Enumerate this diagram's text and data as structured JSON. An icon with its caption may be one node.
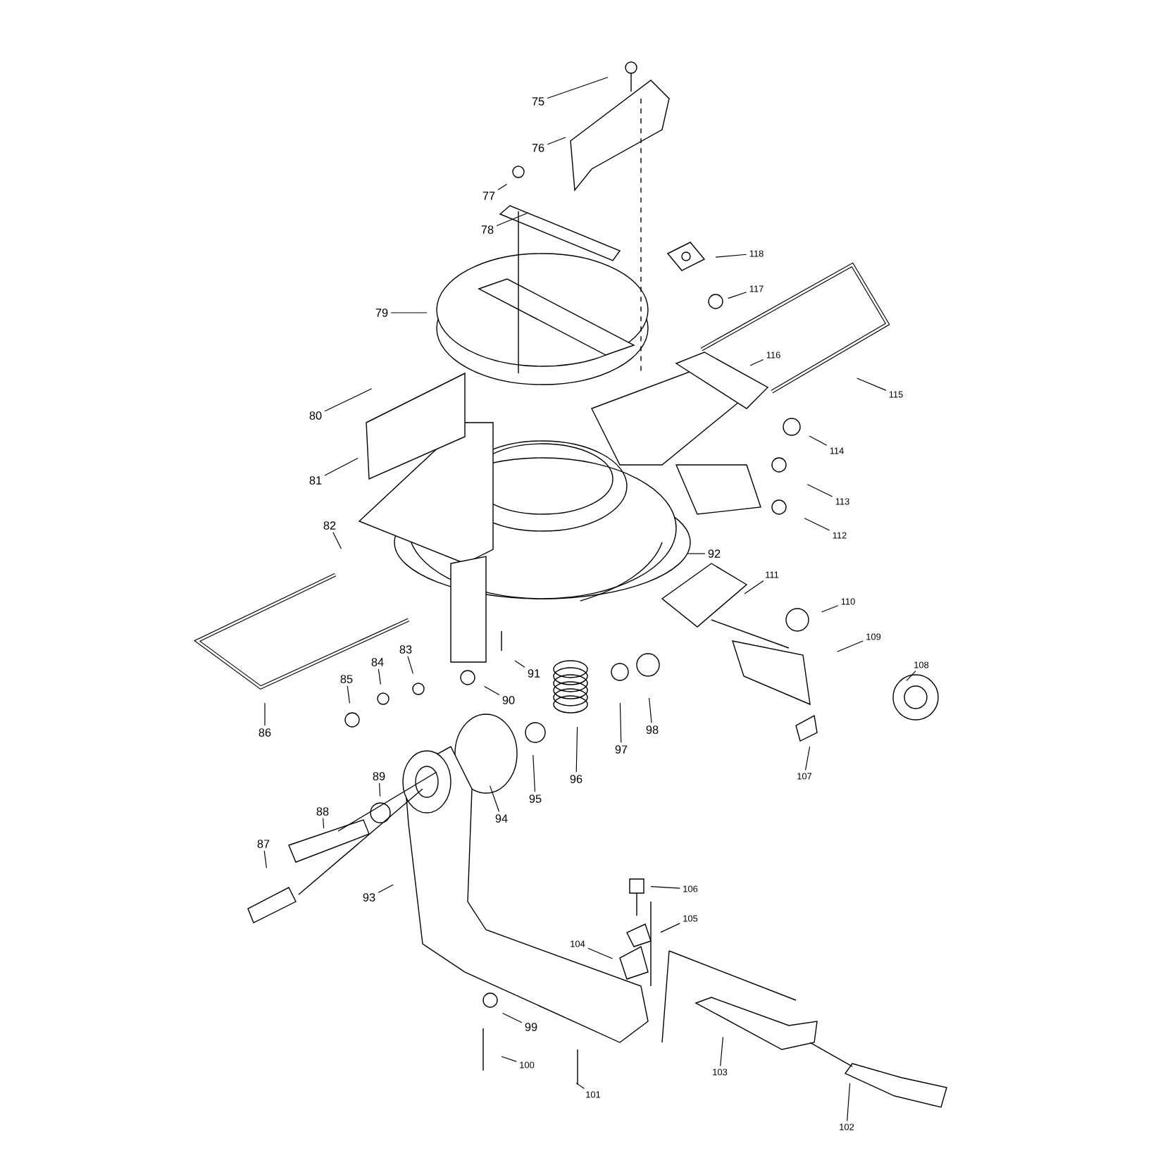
{
  "diagram": {
    "nodes": [
      {
        "text": [
          "75"
        ]
      },
      {
        "text": [
          "76"
        ]
      },
      {
        "text": [
          "77"
        ]
      },
      {
        "text": [
          "78"
        ]
      },
      {
        "text": [
          "79"
        ]
      },
      {
        "text": [
          "80"
        ]
      },
      {
        "text": [
          "81"
        ]
      },
      {
        "text": [
          "82"
        ]
      },
      {
        "text": [
          "83"
        ]
      },
      {
        "text": [
          "84"
        ]
      },
      {
        "text": [
          "85"
        ]
      },
      {
        "text": [
          "86"
        ]
      },
      {
        "text": [
          "87"
        ]
      },
      {
        "text": [
          "88"
        ]
      },
      {
        "text": [
          "89"
        ]
      },
      {
        "text": [
          "90"
        ]
      },
      {
        "text": [
          "91"
        ]
      },
      {
        "text": [
          "92"
        ]
      },
      {
        "text": [
          "93"
        ]
      },
      {
        "text": [
          "94"
        ]
      },
      {
        "text": [
          "95"
        ]
      },
      {
        "text": [
          "96"
        ]
      },
      {
        "text": [
          "97"
        ]
      },
      {
        "text": [
          "98"
        ]
      },
      {
        "text": [
          "99"
        ]
      },
      {
        "text": [
          "100"
        ]
      },
      {
        "text": [
          "101"
        ]
      },
      {
        "text": [
          "102"
        ]
      },
      {
        "text": [
          "103"
        ]
      },
      {
        "text": [
          "104"
        ]
      },
      {
        "text": [
          "105"
        ]
      },
      {
        "text": [
          "106"
        ]
      },
      {
        "text": [
          "107"
        ]
      },
      {
        "text": [
          "108"
        ]
      },
      {
        "text": [
          "109"
        ]
      },
      {
        "text": [
          "110"
        ]
      },
      {
        "text": [
          "111"
        ]
      },
      {
        "text": [
          "112"
        ]
      },
      {
        "text": [
          "113"
        ]
      },
      {
        "text": [
          "114"
        ]
      },
      {
        "text": [
          "115"
        ]
      },
      {
        "text": [
          "116"
        ]
      },
      {
        "text": [
          "117"
        ]
      },
      {
        "text": [
          "118"
        ]
      }
    ],
    "edges": [
      {
        "from": 0,
        "to": null,
        "arrow": "none"
      },
      {
        "from": 1,
        "to": null,
        "arrow": "none"
      },
      {
        "from": 2,
        "to": null,
        "arrow": "none"
      },
      {
        "from": 3,
        "to": null,
        "arrow": "none"
      },
      {
        "from": 4,
        "to": null,
        "arrow": "none"
      },
      {
        "from": 5,
        "to": null,
        "arrow": "none"
      },
      {
        "from": 6,
        "to": null,
        "arrow": "none"
      },
      {
        "from": 7,
        "to": null,
        "arrow": "none"
      },
      {
        "from": 8,
        "to": null,
        "arrow": "none"
      },
      {
        "from": 9,
        "to": null,
        "arrow": "none"
      },
      {
        "from": 10,
        "to": null,
        "arrow": "none"
      },
      {
        "from": 11,
        "to": null,
        "arrow": "none"
      },
      {
        "from": 12,
        "to": null,
        "arrow": "none"
      },
      {
        "from": 13,
        "to": null,
        "arrow": "none"
      },
      {
        "from": 14,
        "to": null,
        "arrow": "none"
      },
      {
        "from": 15,
        "to": null,
        "arrow": "none"
      },
      {
        "from": 16,
        "to": null,
        "arrow": "none"
      },
      {
        "from": 17,
        "to": null,
        "arrow": "none"
      },
      {
        "from": 18,
        "to": null,
        "arrow": "none"
      },
      {
        "from": 19,
        "to": null,
        "arrow": "none"
      },
      {
        "from": 20,
        "to": null,
        "arrow": "none"
      },
      {
        "from": 21,
        "to": null,
        "arrow": "none"
      },
      {
        "from": 22,
        "to": null,
        "arrow": "none"
      },
      {
        "from": 23,
        "to": null,
        "arrow": "none"
      },
      {
        "from": 24,
        "to": null,
        "arrow": "none"
      },
      {
        "from": 25,
        "to": null,
        "arrow": "none"
      },
      {
        "from": 26,
        "to": null,
        "arrow": "none"
      },
      {
        "from": 27,
        "to": null,
        "arrow": "none"
      },
      {
        "from": 28,
        "to": null,
        "arrow": "none"
      },
      {
        "from": 29,
        "to": null,
        "arrow": "none"
      },
      {
        "from": 30,
        "to": null,
        "arrow": "none"
      },
      {
        "from": 31,
        "to": null,
        "arrow": "none"
      },
      {
        "from": 32,
        "to": null,
        "arrow": "none"
      },
      {
        "from": 33,
        "to": null,
        "arrow": "none"
      },
      {
        "from": 34,
        "to": null,
        "arrow": "none"
      },
      {
        "from": 35,
        "to": null,
        "arrow": "none"
      },
      {
        "from": 36,
        "to": null,
        "arrow": "none"
      },
      {
        "from": 37,
        "to": null,
        "arrow": "none"
      },
      {
        "from": 38,
        "to": null,
        "arrow": "none"
      },
      {
        "from": 39,
        "to": null,
        "arrow": "none"
      },
      {
        "from": 40,
        "to": null,
        "arrow": "none"
      },
      {
        "from": 41,
        "to": null,
        "arrow": "none"
      },
      {
        "from": 42,
        "to": null,
        "arrow": "none"
      },
      {
        "from": 43,
        "to": null,
        "arrow": "none"
      }
    ]
  }
}
